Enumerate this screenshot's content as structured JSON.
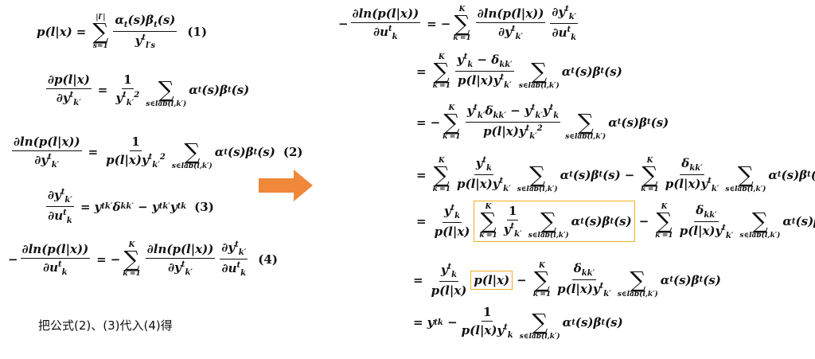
{
  "left": {
    "labels": [
      "(1)",
      "(2)",
      "(3)",
      "(4)"
    ],
    "caption": "把公式(2)、(3)代入(4)得"
  },
  "arrow_color": "#f0883a",
  "box_color": "#f0b020"
}
